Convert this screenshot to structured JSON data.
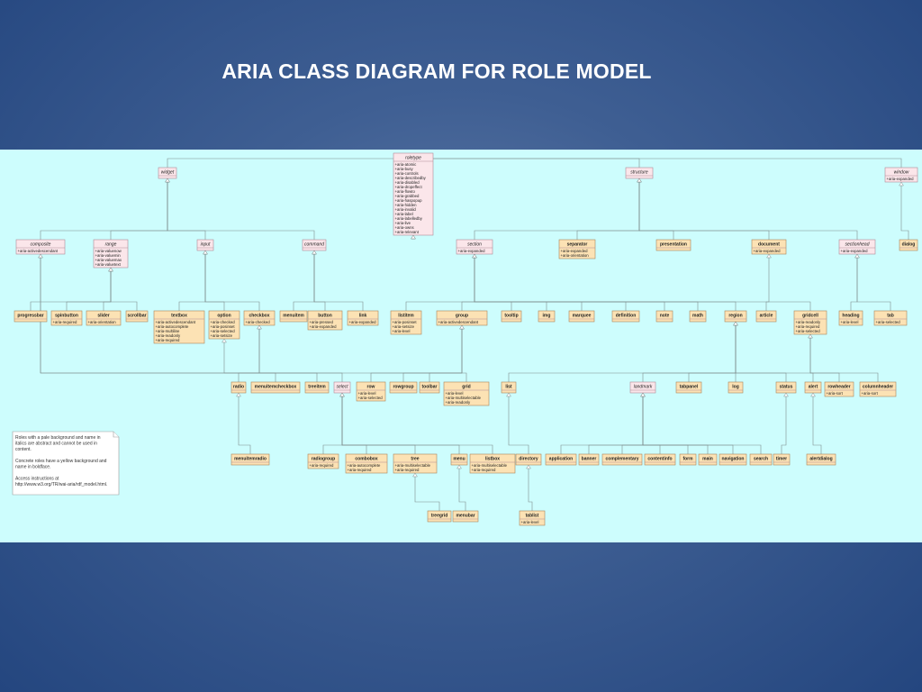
{
  "title": "ARIA CLASS DIAGRAM FOR ROLE MODEL",
  "roles": [
    {
      "id": "roletype",
      "name": "roletype",
      "abstract": true,
      "attrs": [
        "+aria-atomic",
        "+aria-busy",
        "+aria-controls",
        "+aria-describedby",
        "+aria-disabled",
        "+aria-dropeffect",
        "+aria-flowto",
        "+aria-grabbed",
        "+aria-haspopup",
        "+aria-hidden",
        "+aria-invalid",
        "+aria-label",
        "+aria-labelledby",
        "+aria-live",
        "+aria-owns",
        "+aria-relevant"
      ]
    },
    {
      "id": "widget",
      "name": "widget",
      "abstract": true,
      "attrs": [],
      "parent": "roletype"
    },
    {
      "id": "structure",
      "name": "structure",
      "abstract": true,
      "attrs": [],
      "parent": "roletype"
    },
    {
      "id": "window",
      "name": "window",
      "abstract": true,
      "attrs": [
        "+aria-expanded"
      ],
      "parent": "roletype"
    },
    {
      "id": "composite",
      "name": "composite",
      "abstract": true,
      "attrs": [
        "+aria-activedescendant"
      ],
      "parent": "widget"
    },
    {
      "id": "range",
      "name": "range",
      "abstract": true,
      "attrs": [
        "+aria-valuenow",
        "+aria-valuemin",
        "+aria-valuemax",
        "+aria-valuetext"
      ],
      "parent": "widget"
    },
    {
      "id": "input",
      "name": "input",
      "abstract": true,
      "attrs": [],
      "parent": "widget"
    },
    {
      "id": "command",
      "name": "command",
      "abstract": true,
      "attrs": [],
      "parent": "widget"
    },
    {
      "id": "section",
      "name": "section",
      "abstract": true,
      "attrs": [
        "+aria-expanded"
      ],
      "parent": "structure"
    },
    {
      "id": "separator",
      "name": "separator",
      "abstract": false,
      "attrs": [
        "+aria-expanded",
        "+aria-orientation"
      ],
      "parent": "structure"
    },
    {
      "id": "presentation",
      "name": "presentation",
      "abstract": false,
      "attrs": [],
      "parent": "structure"
    },
    {
      "id": "document",
      "name": "document",
      "abstract": false,
      "attrs": [
        "+aria-expanded"
      ],
      "parent": "structure"
    },
    {
      "id": "sectionhead",
      "name": "sectionhead",
      "abstract": true,
      "attrs": [
        "+aria-expanded"
      ],
      "parent": "structure"
    },
    {
      "id": "dialog",
      "name": "dialog",
      "abstract": false,
      "attrs": [],
      "parent": "window"
    },
    {
      "id": "progressbar",
      "name": "progressbar",
      "abstract": false,
      "attrs": [],
      "parent": "range"
    },
    {
      "id": "spinbutton",
      "name": "spinbutton",
      "abstract": false,
      "attrs": [
        "+aria-required"
      ],
      "parent": "range"
    },
    {
      "id": "slider",
      "name": "slider",
      "abstract": false,
      "attrs": [
        "+aria-orientation"
      ],
      "parent": "range"
    },
    {
      "id": "scrollbar",
      "name": "scrollbar",
      "abstract": false,
      "attrs": [],
      "parent": "range"
    },
    {
      "id": "textbox",
      "name": "textbox",
      "abstract": false,
      "attrs": [
        "+aria-activedescendant",
        "+aria-autocomplete",
        "+aria-multiline",
        "+aria-readonly",
        "+aria-required"
      ],
      "parent": "input"
    },
    {
      "id": "option",
      "name": "option",
      "abstract": false,
      "attrs": [
        "+aria-checked",
        "+aria-posinset",
        "+aria-selected",
        "+aria-setsize"
      ],
      "parent": "input"
    },
    {
      "id": "checkbox",
      "name": "checkbox",
      "abstract": false,
      "attrs": [
        "+aria-checked"
      ],
      "parent": "input"
    },
    {
      "id": "menuitem",
      "name": "menuitem",
      "abstract": false,
      "attrs": [],
      "parent": "command"
    },
    {
      "id": "button",
      "name": "button",
      "abstract": false,
      "attrs": [
        "+aria-pressed",
        "+aria-expanded"
      ],
      "parent": "command"
    },
    {
      "id": "link",
      "name": "link",
      "abstract": false,
      "attrs": [
        "+aria-expanded"
      ],
      "parent": "command"
    },
    {
      "id": "listitem",
      "name": "listitem",
      "abstract": false,
      "attrs": [
        "+aria-posinset",
        "+aria-setsize",
        "+aria-level"
      ],
      "parent": "section"
    },
    {
      "id": "group",
      "name": "group",
      "abstract": false,
      "attrs": [
        "+aria-activedescendant"
      ],
      "parent": "section"
    },
    {
      "id": "tooltip",
      "name": "tooltip",
      "abstract": false,
      "attrs": [],
      "parent": "section"
    },
    {
      "id": "img",
      "name": "img",
      "abstract": false,
      "attrs": [],
      "parent": "section"
    },
    {
      "id": "marquee",
      "name": "marquee",
      "abstract": false,
      "attrs": [],
      "parent": "section"
    },
    {
      "id": "definition",
      "name": "definition",
      "abstract": false,
      "attrs": [],
      "parent": "section"
    },
    {
      "id": "note",
      "name": "note",
      "abstract": false,
      "attrs": [],
      "parent": "section"
    },
    {
      "id": "math",
      "name": "math",
      "abstract": false,
      "attrs": [],
      "parent": "section"
    },
    {
      "id": "region",
      "name": "region",
      "abstract": false,
      "attrs": [],
      "parent": "section"
    },
    {
      "id": "article",
      "name": "article",
      "abstract": false,
      "attrs": [],
      "parent": "document"
    },
    {
      "id": "gridcell",
      "name": "gridcell",
      "abstract": false,
      "attrs": [
        "+aria-readonly",
        "+aria-required",
        "+aria-selected"
      ],
      "parent": "section"
    },
    {
      "id": "heading",
      "name": "heading",
      "abstract": false,
      "attrs": [
        "+aria-level"
      ],
      "parent": "sectionhead"
    },
    {
      "id": "tab",
      "name": "tab",
      "abstract": false,
      "attrs": [
        "+aria-selected"
      ],
      "parent": "sectionhead"
    },
    {
      "id": "radio",
      "name": "radio",
      "abstract": false,
      "attrs": [],
      "parent": "checkbox"
    },
    {
      "id": "menuitemcheckbox",
      "name": "menuitemcheckbox",
      "abstract": false,
      "attrs": [],
      "parent": "checkbox"
    },
    {
      "id": "treeitem",
      "name": "treeitem",
      "abstract": false,
      "attrs": [],
      "parent": "option"
    },
    {
      "id": "select",
      "name": "select",
      "abstract": true,
      "attrs": [],
      "parent": "composite"
    },
    {
      "id": "row",
      "name": "row",
      "abstract": false,
      "attrs": [
        "+aria-level",
        "+aria-selected"
      ],
      "parent": "group"
    },
    {
      "id": "rowgroup",
      "name": "rowgroup",
      "abstract": false,
      "attrs": [],
      "parent": "group"
    },
    {
      "id": "toolbar",
      "name": "toolbar",
      "abstract": false,
      "attrs": [],
      "parent": "group"
    },
    {
      "id": "grid",
      "name": "grid",
      "abstract": false,
      "attrs": [
        "+aria-level",
        "+aria-multiselectable",
        "+aria-readonly"
      ],
      "parent": "composite"
    },
    {
      "id": "list",
      "name": "list",
      "abstract": false,
      "attrs": [],
      "parent": "region"
    },
    {
      "id": "landmark",
      "name": "landmark",
      "abstract": true,
      "attrs": [],
      "parent": "region"
    },
    {
      "id": "tabpanel",
      "name": "tabpanel",
      "abstract": false,
      "attrs": [],
      "parent": "region"
    },
    {
      "id": "log",
      "name": "log",
      "abstract": false,
      "attrs": [],
      "parent": "region"
    },
    {
      "id": "status",
      "name": "status",
      "abstract": false,
      "attrs": [],
      "parent": "region"
    },
    {
      "id": "alert",
      "name": "alert",
      "abstract": false,
      "attrs": [],
      "parent": "region"
    },
    {
      "id": "rowheader",
      "name": "rowheader",
      "abstract": false,
      "attrs": [
        "+aria-sort"
      ],
      "parent": "gridcell"
    },
    {
      "id": "columnheader",
      "name": "columnheader",
      "abstract": false,
      "attrs": [
        "+aria-sort"
      ],
      "parent": "gridcell"
    },
    {
      "id": "menuitemradio",
      "name": "menuitemradio",
      "abstract": false,
      "attrs": [],
      "parent": "radio"
    },
    {
      "id": "radiogroup",
      "name": "radiogroup",
      "abstract": false,
      "attrs": [
        "+aria-required"
      ],
      "parent": "select"
    },
    {
      "id": "combobox",
      "name": "combobox",
      "abstract": false,
      "attrs": [
        "+aria-autocomplete",
        "+aria-required"
      ],
      "parent": "select"
    },
    {
      "id": "tree",
      "name": "tree",
      "abstract": false,
      "attrs": [
        "+aria-multiselectable",
        "+aria-required"
      ],
      "parent": "select"
    },
    {
      "id": "menu",
      "name": "menu",
      "abstract": false,
      "attrs": [],
      "parent": "select"
    },
    {
      "id": "listbox",
      "name": "listbox",
      "abstract": false,
      "attrs": [
        "+aria-multiselectable",
        "+aria-required"
      ],
      "parent": "select"
    },
    {
      "id": "directory",
      "name": "directory",
      "abstract": false,
      "attrs": [],
      "parent": "list"
    },
    {
      "id": "application",
      "name": "application",
      "abstract": false,
      "attrs": [],
      "parent": "landmark"
    },
    {
      "id": "banner",
      "name": "banner",
      "abstract": false,
      "attrs": [],
      "parent": "landmark"
    },
    {
      "id": "complementary",
      "name": "complementary",
      "abstract": false,
      "attrs": [],
      "parent": "landmark"
    },
    {
      "id": "contentinfo",
      "name": "contentinfo",
      "abstract": false,
      "attrs": [],
      "parent": "landmark"
    },
    {
      "id": "form",
      "name": "form",
      "abstract": false,
      "attrs": [],
      "parent": "landmark"
    },
    {
      "id": "main",
      "name": "main",
      "abstract": false,
      "attrs": [],
      "parent": "landmark"
    },
    {
      "id": "navigation",
      "name": "navigation",
      "abstract": false,
      "attrs": [],
      "parent": "landmark"
    },
    {
      "id": "search",
      "name": "search",
      "abstract": false,
      "attrs": [],
      "parent": "landmark"
    },
    {
      "id": "timer",
      "name": "timer",
      "abstract": false,
      "attrs": [],
      "parent": "status"
    },
    {
      "id": "alertdialog",
      "name": "alertdialog",
      "abstract": false,
      "attrs": [],
      "parent": "alert"
    },
    {
      "id": "treegrid",
      "name": "treegrid",
      "abstract": false,
      "attrs": [],
      "parent": "tree"
    },
    {
      "id": "menubar",
      "name": "menubar",
      "abstract": false,
      "attrs": [],
      "parent": "menu"
    },
    {
      "id": "tablist",
      "name": "tablist",
      "abstract": false,
      "attrs": [
        "+aria-level"
      ],
      "parent": "directory"
    }
  ],
  "note": {
    "lines": [
      "Roles with a pale background and name in",
      "italics are abstract and cannot be used in",
      "content.",
      "",
      "Concrete roles have a yellow background and",
      "name in boldface.",
      "",
      "Access instructions at",
      "http://www.w3.org/TR/wai-aria/rdf_model.html."
    ]
  },
  "colors": {
    "concrete_fill": "#fce2b4",
    "abstract_fill": "#fbe6ea",
    "panel": "#cdfdfd"
  }
}
